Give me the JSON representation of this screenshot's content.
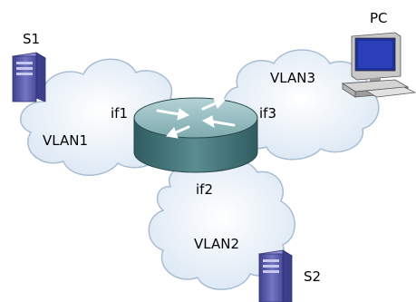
{
  "nodes": {
    "server1": {
      "label": "S1",
      "icon": "server-tower-icon"
    },
    "server2": {
      "label": "S2",
      "icon": "server-tower-icon"
    },
    "pc": {
      "label": "PC",
      "icon": "desktop-computer-icon"
    },
    "router": {
      "icon": "router-icon"
    }
  },
  "clouds": {
    "vlan1": {
      "label": "VLAN1"
    },
    "vlan2": {
      "label": "VLAN2"
    },
    "vlan3": {
      "label": "VLAN3"
    }
  },
  "interfaces": {
    "if1": "if1",
    "if2": "if2",
    "if3": "if3"
  },
  "colors": {
    "cloud_fill": "#e4edf7",
    "cloud_stroke": "#9fb4cc",
    "router_top": "#8fb9bd",
    "router_side": "#3f6e73",
    "server": "#5d5fa8",
    "monitor_screen": "#1f2f9a"
  }
}
